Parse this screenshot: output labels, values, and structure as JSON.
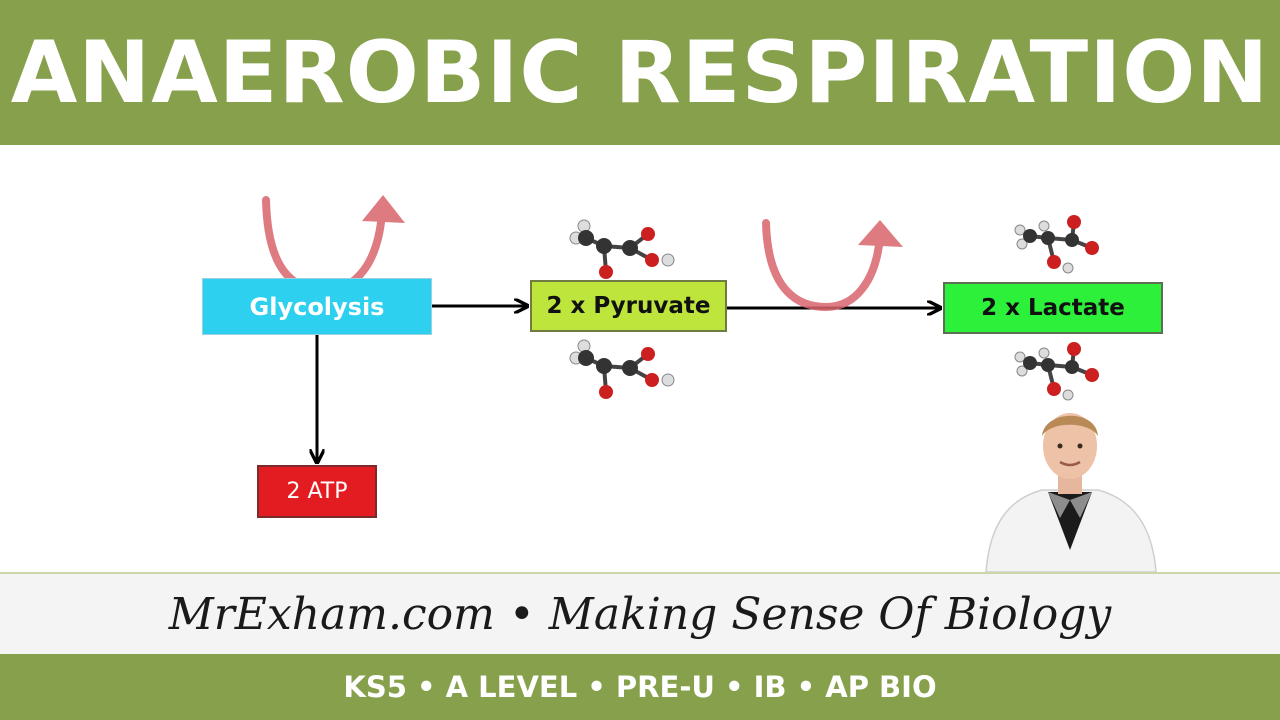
{
  "header": {
    "title": "ANAEROBIC RESPIRATION"
  },
  "diagram": {
    "glycolysis_label": "Glycolysis",
    "pyruvate_label": "2 x Pyruvate",
    "lactate_label": "2 x Lactate",
    "atp_label": "2 ATP"
  },
  "footer": {
    "tagline": "MrExham.com • Making Sense Of Biology",
    "levels": "KS5 • A LEVEL • PRE-U • IB • AP BIO"
  },
  "colors": {
    "brand_green": "#86a04c",
    "glycolysis": "#2dd0ee",
    "pyruvate": "#bde53b",
    "lactate": "#2cf03a",
    "atp": "#e31c22",
    "cycle_arrow": "#d9646c"
  }
}
